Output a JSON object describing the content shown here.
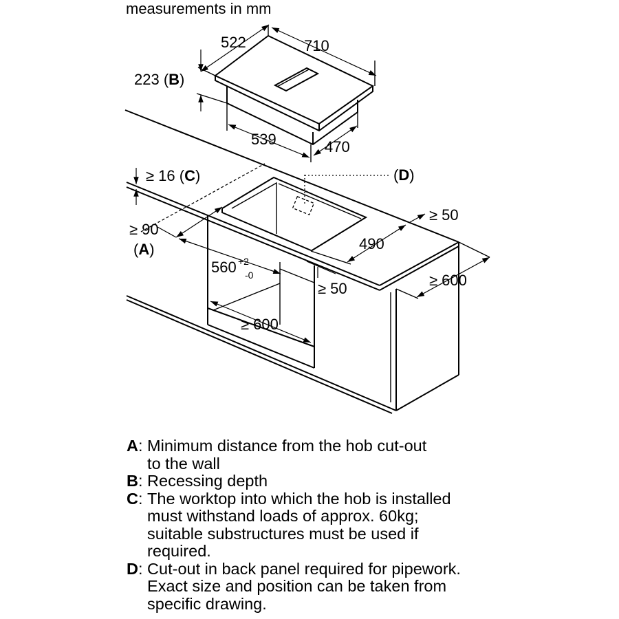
{
  "header": {
    "title": "measurements in mm"
  },
  "dimensions": {
    "hob_depth": "522",
    "hob_width": "710",
    "recess_depth_value": "223 (",
    "recess_depth_key": "B",
    "recess_depth_close": ")",
    "body_width": "539",
    "body_depth": "470",
    "worktop_min_value": "≥ 16 (",
    "worktop_min_key": "C",
    "worktop_min_close": ")",
    "backpanel_open": "(",
    "backpanel_key": "D",
    "backpanel_close": ")",
    "wall_distance_value": "≥ 90",
    "wall_distance_open": "(",
    "wall_distance_key": "A",
    "wall_distance_close": ")",
    "cutout_width_base": "560",
    "cutout_width_tol_plus": "+2",
    "cutout_width_tol_minus": "-0",
    "cutout_depth": "490",
    "front_edge_min": "≥ 50",
    "side_edge_min": "≥ 50",
    "worktop_depth_min": "≥ 600",
    "cabinet_width_min": "≥ 600"
  },
  "legend": [
    {
      "key": "A",
      "sep": ": ",
      "lines": [
        "Minimum distance from the hob cut-out",
        "to the wall"
      ]
    },
    {
      "key": "B",
      "sep": ": ",
      "lines": [
        "Recessing depth"
      ]
    },
    {
      "key": "C",
      "sep": ": ",
      "lines": [
        "The worktop into which the hob is installed",
        "must withstand loads of approx. 60kg;",
        "suitable substructures must be used if",
        "required."
      ]
    },
    {
      "key": "D",
      "sep": ": ",
      "lines": [
        "Cut-out in back panel required for pipework.",
        "Exact size and position can be taken from",
        "specific drawing."
      ]
    }
  ]
}
